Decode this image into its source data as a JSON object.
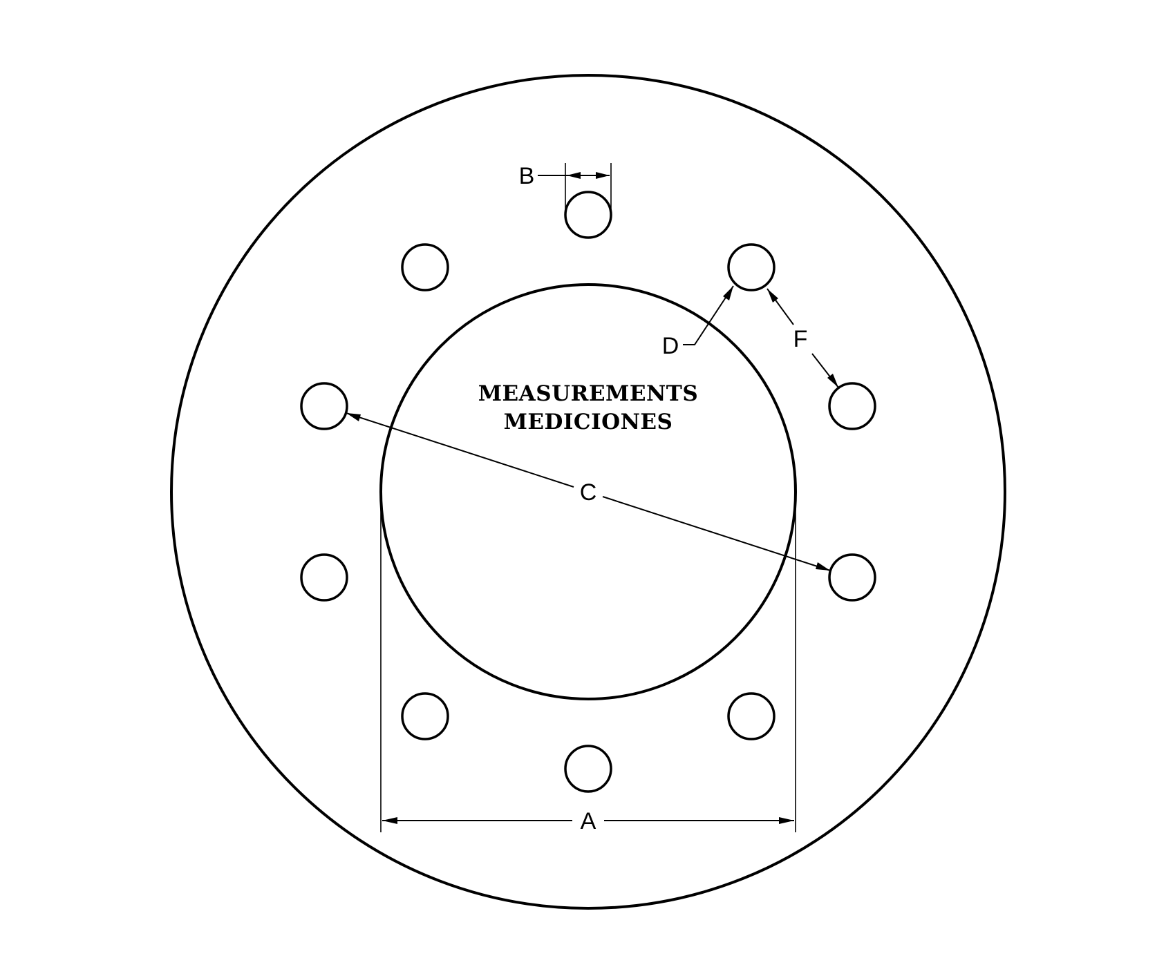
{
  "title": {
    "line1": "MEASUREMENTS",
    "line2": "MEDICIONES"
  },
  "dimensions": {
    "a": "A",
    "b": "B",
    "c": "C",
    "d": "D",
    "f": "F"
  },
  "bolt_hole_count": 10,
  "colors": {
    "line": "#000000",
    "background": "#ffffff"
  }
}
